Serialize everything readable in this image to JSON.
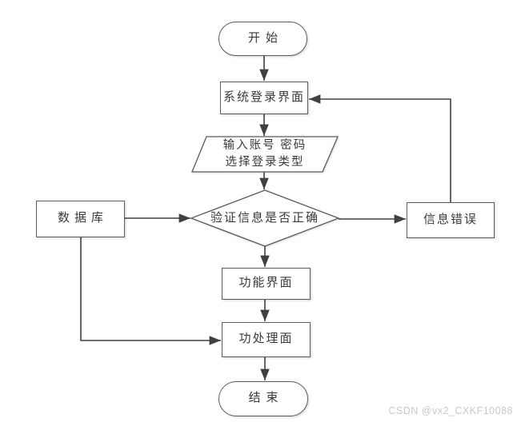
{
  "nodes": {
    "start": {
      "label": "开始",
      "shape": "terminator"
    },
    "login": {
      "label": "系统登录界面",
      "shape": "process"
    },
    "input": {
      "line1": "输入账号 密码",
      "line2": "选择登录类型",
      "shape": "input-output"
    },
    "verify": {
      "label": "验证信息是否正确",
      "shape": "decision"
    },
    "database": {
      "label": "数据库",
      "shape": "process"
    },
    "error": {
      "label": "信息错误",
      "shape": "process"
    },
    "function": {
      "label": "功能界面",
      "shape": "process"
    },
    "process": {
      "label": "功处理面",
      "shape": "process"
    },
    "end": {
      "label": "结束",
      "shape": "terminator"
    }
  },
  "edges": [
    {
      "from": "start",
      "to": "login"
    },
    {
      "from": "login",
      "to": "input"
    },
    {
      "from": "input",
      "to": "verify"
    },
    {
      "from": "verify",
      "to": "function"
    },
    {
      "from": "verify",
      "to": "error"
    },
    {
      "from": "error",
      "to": "login"
    },
    {
      "from": "database",
      "to": "verify"
    },
    {
      "from": "database",
      "to": "process"
    },
    {
      "from": "function",
      "to": "process"
    },
    {
      "from": "process",
      "to": "end"
    }
  ],
  "watermark": "CSDN @vx2_CXKF10088",
  "colors": {
    "background": "#ffffff",
    "shape_fill": "#ffffff",
    "shape_border": "#5b5b5b",
    "connector": "#404040",
    "text": "#3a3a3a",
    "watermark": "#c9c9cd"
  }
}
